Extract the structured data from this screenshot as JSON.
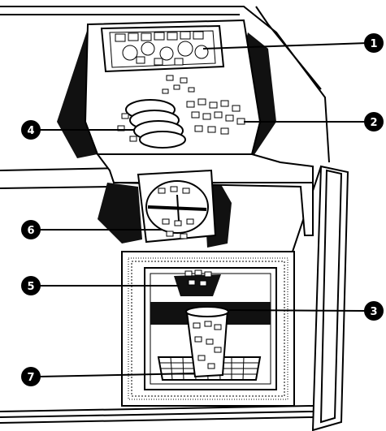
{
  "colors": {
    "ink": "#000000",
    "paper": "#ffffff",
    "shade": "#111111"
  },
  "callouts": [
    {
      "label": "1"
    },
    {
      "label": "2"
    },
    {
      "label": "3"
    },
    {
      "label": "4"
    },
    {
      "label": "5"
    },
    {
      "label": "6"
    },
    {
      "label": "7"
    }
  ]
}
